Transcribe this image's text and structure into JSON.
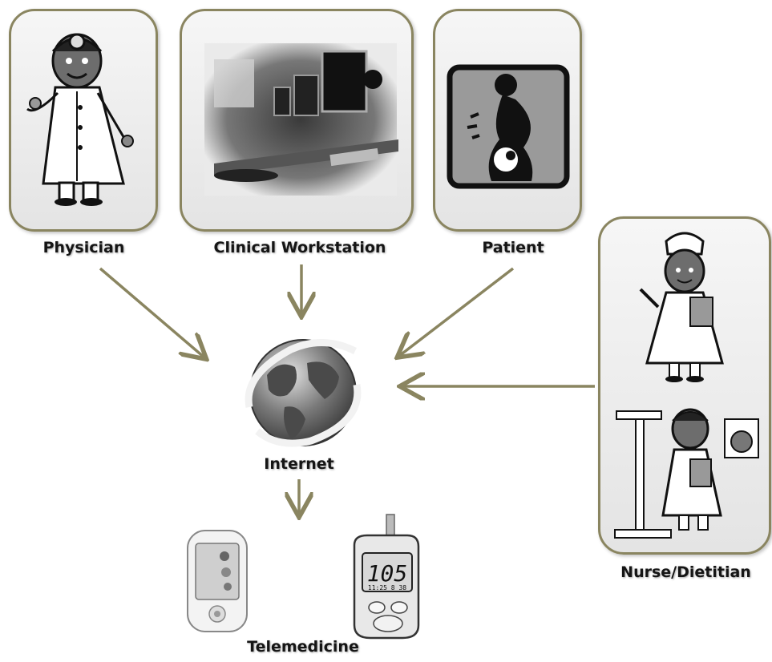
{
  "nodes": {
    "physician": {
      "label": "Physician"
    },
    "workstation": {
      "label": "Clinical Workstation"
    },
    "patient": {
      "label": "Patient"
    },
    "nurse": {
      "label": "Nurse/Dietitian"
    },
    "internet": {
      "label": "Internet"
    },
    "telemedicine": {
      "label": "Telemedicine"
    }
  },
  "devices": {
    "glucometer_reading": "105",
    "glucometer_time": "11:25 8 38"
  },
  "colors": {
    "panel_border": "#8a8560",
    "arrow": "#8a8560"
  },
  "edges": [
    {
      "from": "Physician",
      "to": "Internet"
    },
    {
      "from": "Clinical Workstation",
      "to": "Internet"
    },
    {
      "from": "Patient",
      "to": "Internet"
    },
    {
      "from": "Nurse/Dietitian",
      "to": "Internet"
    },
    {
      "from": "Internet",
      "to": "Telemedicine"
    }
  ]
}
